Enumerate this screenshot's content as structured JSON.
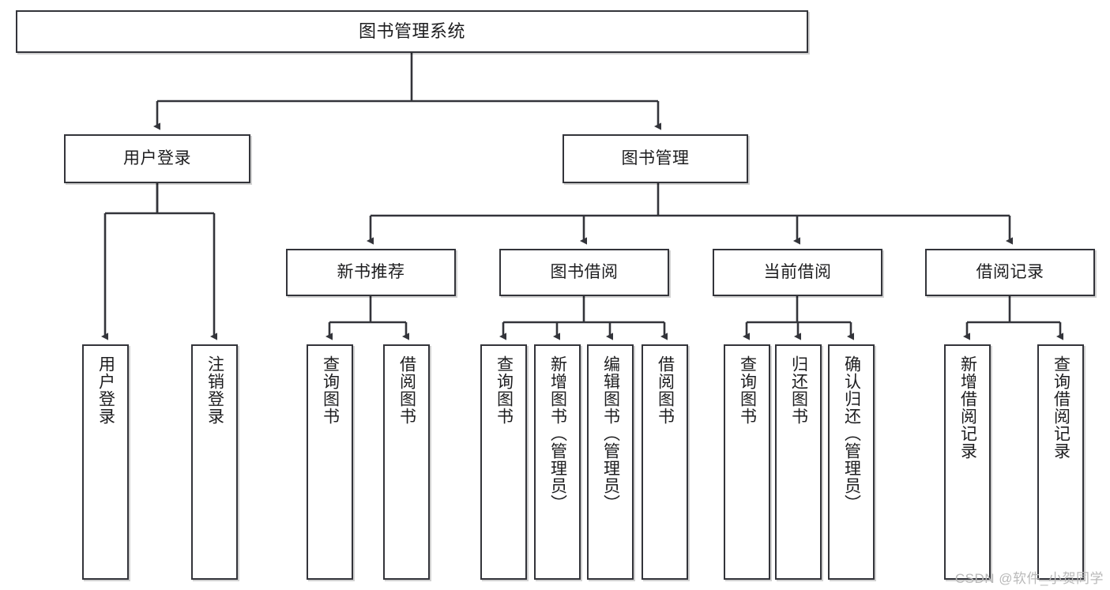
{
  "diagram": {
    "title": "图书管理系统",
    "type": "tree-hierarchy-chart",
    "watermark": "CSDN @软件_小贺同学",
    "colors": {
      "box_border": "#33343a",
      "box_fill": "#ffffff",
      "line": "#33343a",
      "text": "#1d1d1f",
      "watermark": "#b9b9b9"
    },
    "root": {
      "label": "图书管理系统"
    },
    "level2": [
      {
        "label": "用户登录"
      },
      {
        "label": "图书管理"
      }
    ],
    "level3": [
      {
        "label": "新书推荐"
      },
      {
        "label": "图书借阅"
      },
      {
        "label": "当前借阅"
      },
      {
        "label": "借阅记录"
      }
    ],
    "leaves": {
      "user_login": [
        {
          "label": "用户登录"
        },
        {
          "label": "注销登录"
        }
      ],
      "new_book_recommend": [
        {
          "label": "查询图书"
        },
        {
          "label": "借阅图书"
        }
      ],
      "book_borrow": [
        {
          "label": "查询图书"
        },
        {
          "label": "新增图书（管理员）"
        },
        {
          "label": "编辑图书（管理员）"
        },
        {
          "label": "借阅图书"
        }
      ],
      "current_borrow": [
        {
          "label": "查询图书"
        },
        {
          "label": "归还图书"
        },
        {
          "label": "确认归还（管理员）"
        }
      ],
      "borrow_record": [
        {
          "label": "新增借阅记录"
        },
        {
          "label": "查询借阅记录"
        }
      ]
    }
  }
}
